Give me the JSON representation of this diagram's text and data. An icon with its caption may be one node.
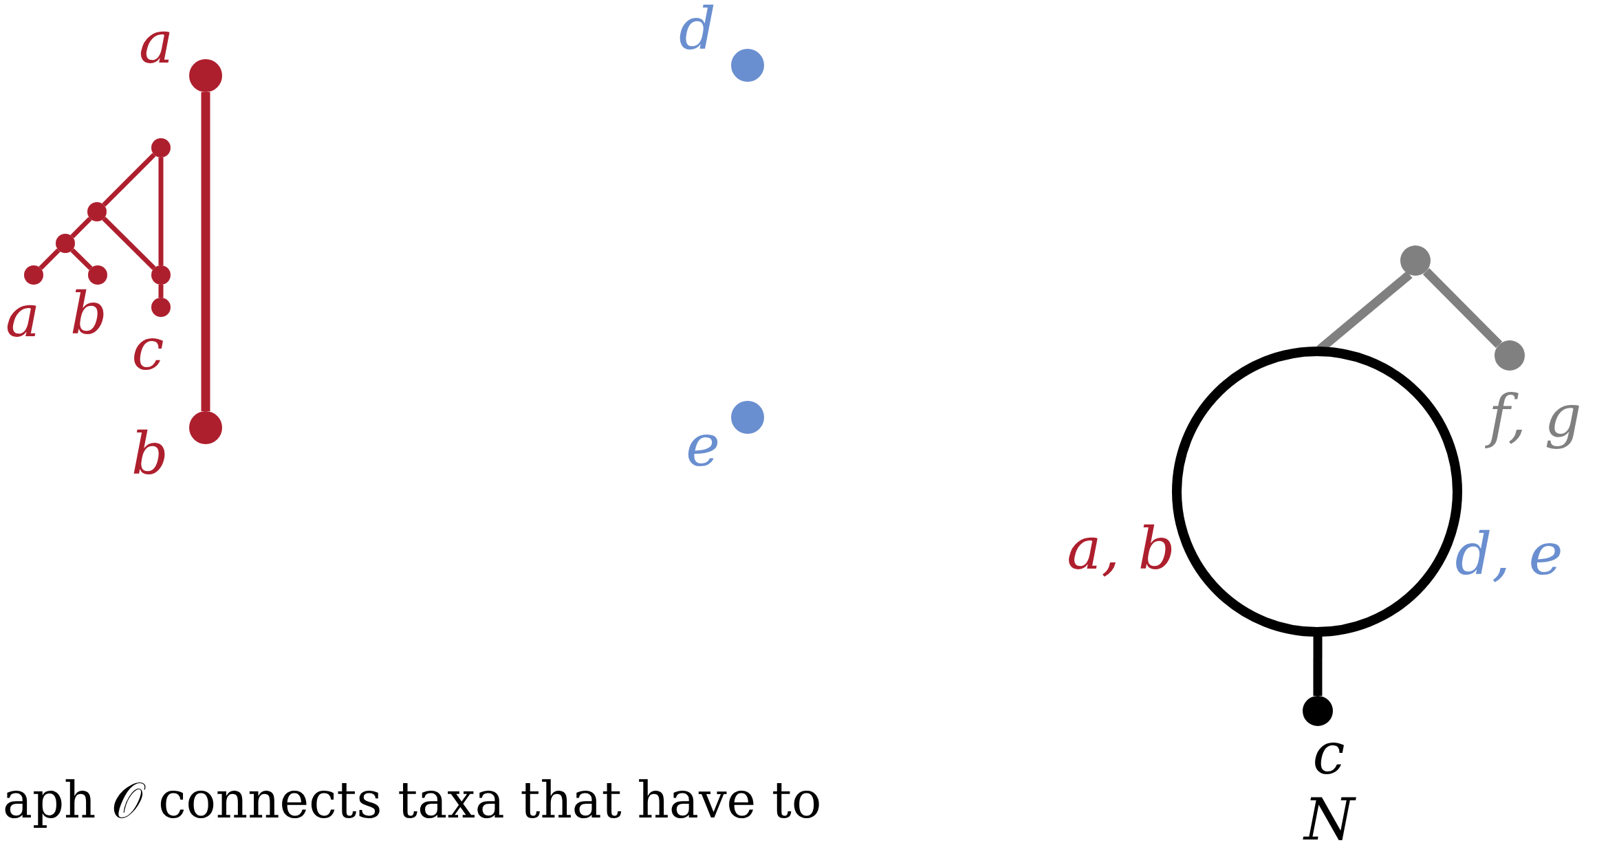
{
  "diagram": {
    "nodes": [
      {
        "text": [],
        "shape": "circle",
        "beside": [
          "a"
        ]
      },
      {
        "text": [],
        "shape": "circle",
        "beside": [
          "b"
        ]
      },
      {
        "text": [],
        "shape": "circle"
      },
      {
        "text": [],
        "shape": "circle"
      },
      {
        "text": [],
        "shape": "circle"
      },
      {
        "text": [],
        "shape": "circle"
      },
      {
        "text": [],
        "shape": "circle",
        "beside": [
          "a"
        ]
      },
      {
        "text": [],
        "shape": "circle",
        "beside": [
          "b"
        ]
      },
      {
        "text": [],
        "shape": "circle",
        "beside": [
          "c"
        ]
      },
      {
        "text": [],
        "shape": "circle",
        "beside": [
          "d"
        ]
      },
      {
        "text": [],
        "shape": "circle",
        "beside": [
          "e"
        ]
      },
      {
        "text": [],
        "shape": "circle"
      },
      {
        "text": [],
        "shape": "circle",
        "beside": [
          "f, g"
        ]
      },
      {
        "text": [],
        "shape": "circle",
        "beside": [
          "a, b",
          "d, e"
        ]
      },
      {
        "text": [],
        "shape": "circle",
        "beside": [
          "c"
        ]
      }
    ],
    "edges": [
      {
        "from": 0,
        "to": 1,
        "arrow": "none",
        "style": "thick"
      },
      {
        "from": 6,
        "to": 4,
        "arrow": "none"
      },
      {
        "from": 7,
        "to": 4,
        "arrow": "none"
      },
      {
        "from": 4,
        "to": 3,
        "arrow": "none"
      },
      {
        "from": 3,
        "to": 2,
        "arrow": "none"
      },
      {
        "from": 3,
        "to": 5,
        "arrow": "none"
      },
      {
        "from": 2,
        "to": 5,
        "arrow": "none"
      },
      {
        "from": 5,
        "to": 8,
        "arrow": "none"
      },
      {
        "from": 13,
        "to": 11,
        "arrow": "none",
        "style": "thick",
        "color": "#808080"
      },
      {
        "from": 11,
        "to": 12,
        "arrow": "none",
        "style": "thick",
        "color": "#808080"
      },
      {
        "from": 13,
        "to": 14,
        "arrow": "none",
        "style": "thick",
        "color": "#000000"
      }
    ],
    "labels": [
      "N",
      "aph 𝒪 connects taxa that have to"
    ]
  }
}
